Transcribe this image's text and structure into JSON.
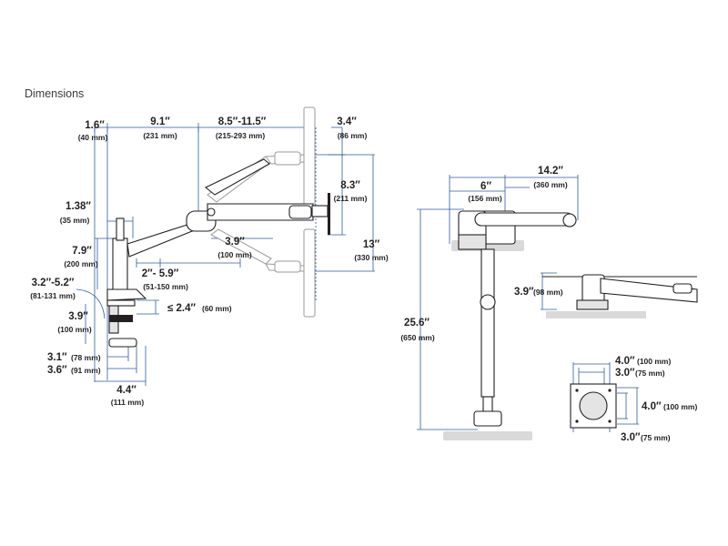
{
  "heading": "Dimensions",
  "side_view": {
    "clamp_offset": {
      "main": "1.6″",
      "sub": "(40 mm)"
    },
    "arm_reach": {
      "main": "9.1″",
      "sub": "(231 mm)"
    },
    "extension_range": {
      "main": "8.5″-11.5″",
      "sub": "(215-293 mm)"
    },
    "monitor_offset": {
      "main": "3.4″",
      "sub": "(86 mm)"
    },
    "pole_width": {
      "main": "1.38″",
      "sub": "(35 mm)"
    },
    "pole_height": {
      "main": "7.9″",
      "sub": "(200 mm)"
    },
    "tilt_drop": {
      "main": "8.3″",
      "sub": "(211 mm)"
    },
    "vertical_travel": {
      "main": "13″",
      "sub": "(330 mm)"
    },
    "vesa_drop": {
      "main": "3.9″",
      "sub": "(100 mm)"
    },
    "desk_offset": {
      "main": "2″- 5.9″",
      "sub": "(51-150 mm)"
    },
    "clamp_range": {
      "main": "3.2″-5.2″",
      "sub": "(81-131 mm)"
    },
    "clamp_depth": {
      "main": "3.9″",
      "sub": "(100 mm)"
    },
    "desk_thickness": {
      "main": "≤ 2.4″",
      "sub": "(60 mm)"
    },
    "base_small": {
      "main": "3.1″",
      "sub": "(78 mm)"
    },
    "base_large": {
      "main": "3.6″",
      "sub": "(91 mm)"
    },
    "base_width": {
      "main": "4.4″",
      "sub": "(111 mm)"
    }
  },
  "top_view": {
    "arm_depth": {
      "main": "6″",
      "sub": "(156 mm)"
    },
    "total_depth": {
      "main": "14.2″",
      "sub": "(360 mm)"
    },
    "total_height": {
      "main": "25.6″",
      "sub": "(650 mm)"
    },
    "low_profile": {
      "main": "3.9″",
      "sub": "(98 mm)"
    }
  },
  "vesa": {
    "outer_w": {
      "main": "4.0″",
      "sub": "(100 mm)"
    },
    "inner_w": {
      "main": "3.0″",
      "sub": "(75 mm)"
    },
    "outer_h": {
      "main": "4.0″",
      "sub": "(100 mm)"
    },
    "inner_h": {
      "main": "3.0″",
      "sub": "(75 mm)"
    }
  }
}
